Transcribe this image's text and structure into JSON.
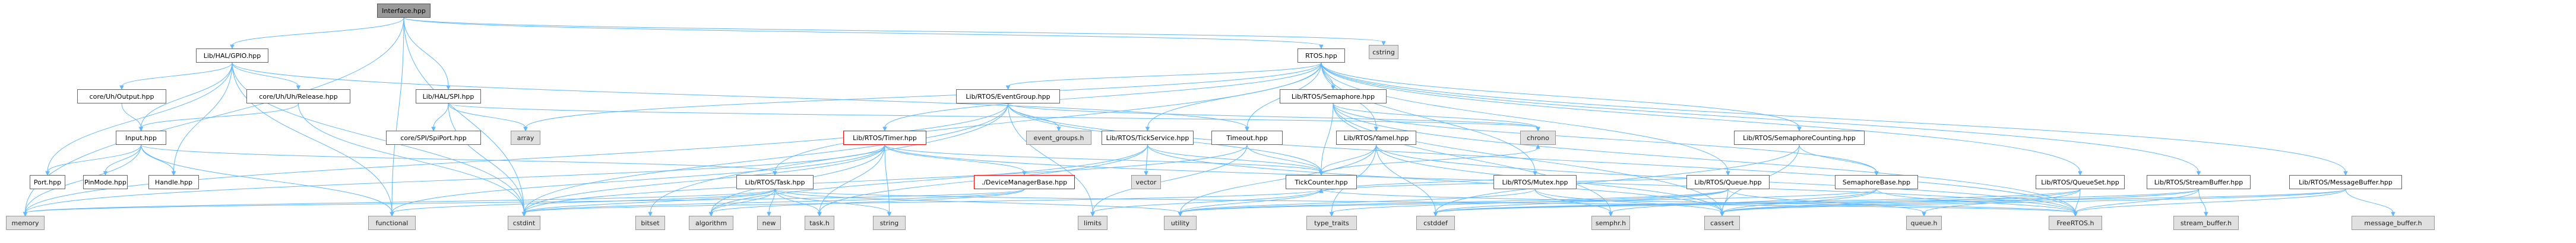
{
  "colors": {
    "edge": "#63b8ff",
    "node_border": "#666666",
    "root_fill": "#999999",
    "system_fill": "#e0e0e0",
    "highlight_border": "#ff0000"
  },
  "nodes": {
    "interface": "Interface.hpp",
    "cstring": "cstring",
    "hal_gpio": "Lib/HAL/GPIO.hpp",
    "rtos": "RTOS.hpp",
    "core_uh_output": "core/Uh/Output.hpp",
    "core_uh_release": "core/Uh/Uh/Release.hpp",
    "hal_spi": "Lib/HAL/SPI.hpp",
    "semaphore": "Lib/RTOS/Semaphore.hpp",
    "event_group": "Lib/RTOS/EventGroup.hpp",
    "core_spi_port": "core/SPI/SpiPort.hpp",
    "array": "array",
    "chrono": "chrono",
    "input": "Input.hpp",
    "timer": "Lib/RTOS/Timer.hpp",
    "event_groups_h": "event_groups.h",
    "tick_service": "Lib/RTOS/TickService.hpp",
    "timeout": "Timeout.hpp",
    "yamel": "Lib/RTOS/Yamel.hpp",
    "semaphore_counting": "Lib/RTOS/SemaphoreCounting.hpp",
    "task": "Lib/RTOS/Task.hpp",
    "vector": "vector",
    "device_manager": "./DeviceManagerBase.hpp",
    "tick_counter": "TickCounter.hpp",
    "mutex": "Lib/RTOS/Mutex.hpp",
    "queue": "Lib/RTOS/Queue.hpp",
    "semaphore_base": "SemaphoreBase.hpp",
    "queue_set": "Lib/RTOS/QueueSet.hpp",
    "stream_buffer": "Lib/RTOS/StreamBuffer.hpp",
    "message_buffer": "Lib/RTOS/MessageBuffer.hpp",
    "port": "Port.hpp",
    "pinmode": "PinMode.hpp",
    "handle": "Handle.hpp",
    "memory": "memory",
    "functional": "functional",
    "cstdint": "cstdint",
    "bitset": "bitset",
    "algorithm": "algorithm",
    "new": "new",
    "task_h": "task.h",
    "string": "string",
    "limits": "limits",
    "utility": "utility",
    "type_traits": "type_traits",
    "cstddef": "cstddef",
    "semphr_h": "semphr.h",
    "cassert": "cassert",
    "queue_h": "queue.h",
    "freertos_h": "FreeRTOS.h",
    "stream_buffer_h": "stream_buffer.h",
    "message_buffer_h": "message_buffer.h"
  }
}
